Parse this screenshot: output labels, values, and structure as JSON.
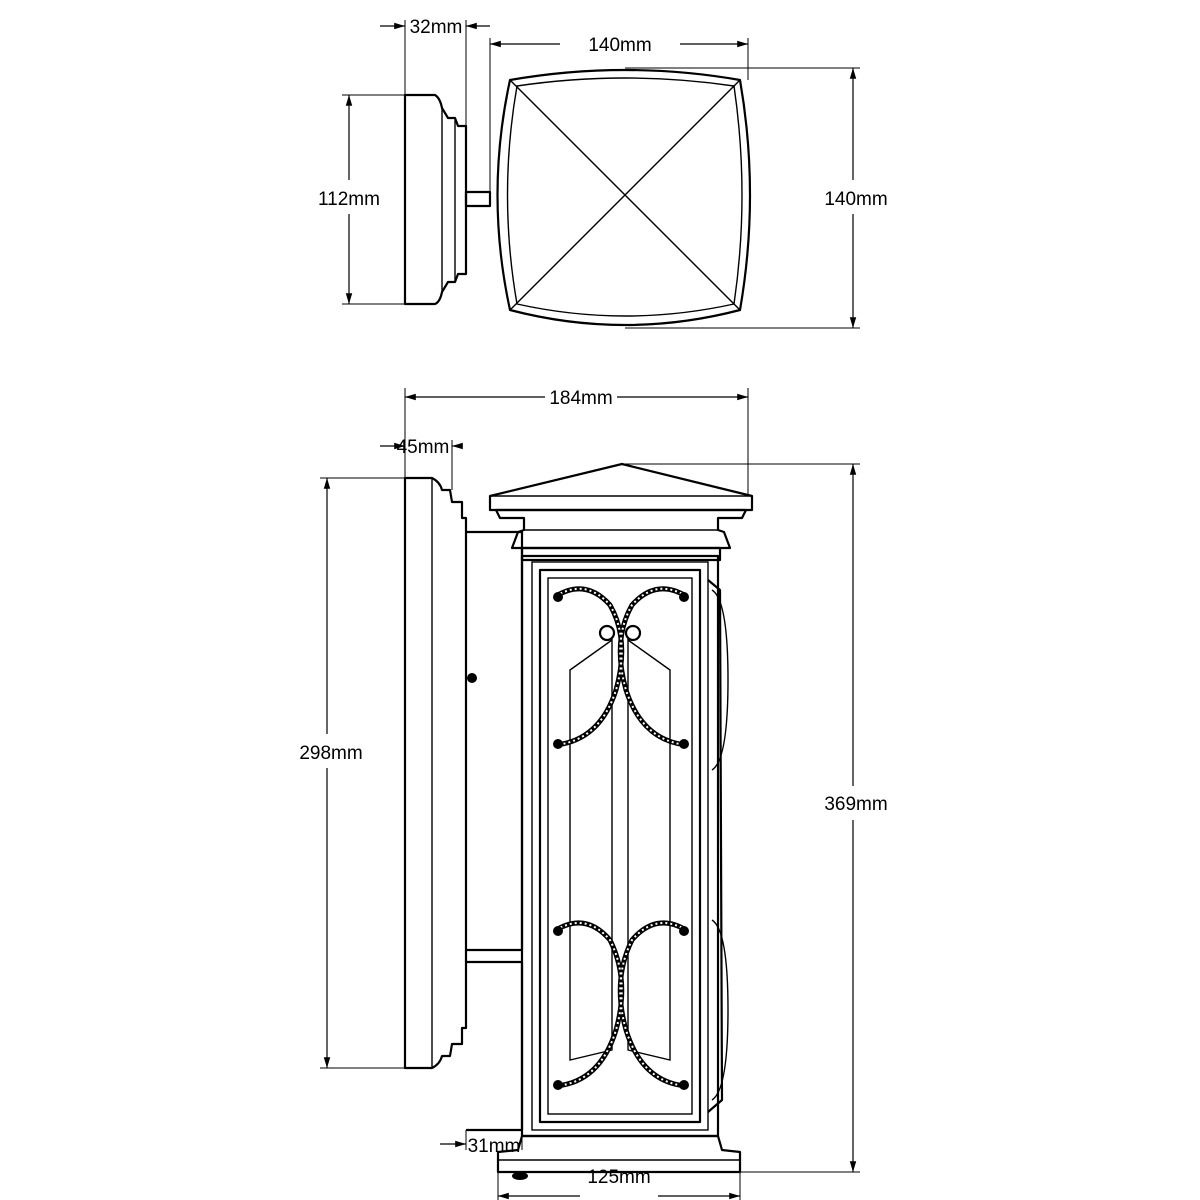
{
  "dimensions": {
    "top_backplate_depth": "32mm",
    "top_head_width": "140mm",
    "top_backplate_height": "112mm",
    "top_head_depth": "140mm",
    "overall_projection": "184mm",
    "backplate_depth": "45mm",
    "backplate_height": "298mm",
    "overall_height": "369mm",
    "arm_offset": "31mm",
    "base_width": "125mm"
  }
}
